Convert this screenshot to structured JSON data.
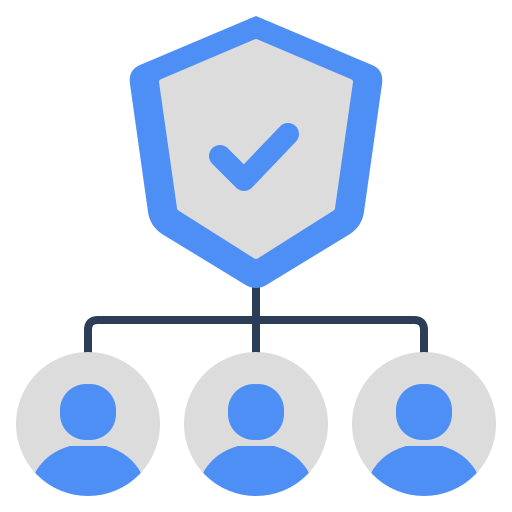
{
  "icon": {
    "name": "security-network-users-icon",
    "colors": {
      "accent": "#4E8FF5",
      "fill": "#DCDCDC",
      "line": "#2C3E57",
      "background": "#FFFFFF"
    },
    "users": [
      {
        "name": "user-avatar-left"
      },
      {
        "name": "user-avatar-center"
      },
      {
        "name": "user-avatar-right"
      }
    ]
  }
}
